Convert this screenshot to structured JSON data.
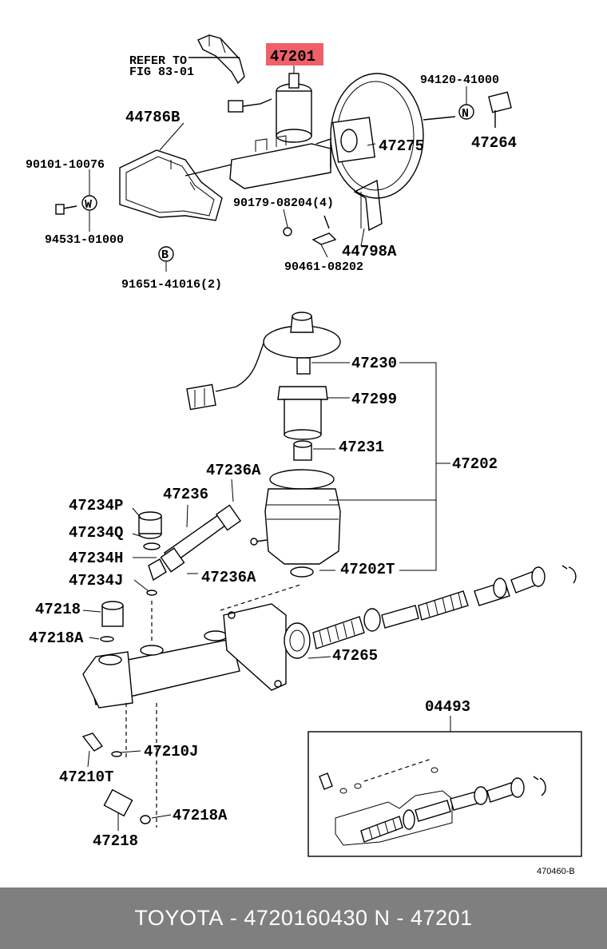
{
  "labels": {
    "refer_line1": "REFER TO",
    "refer_line2": "FIG 83-01",
    "p47201": "47201",
    "p94120": "94120-41000",
    "p44786B": "44786B",
    "p47275": "47275",
    "p47264": "47264",
    "p90101": "90101-10076",
    "p90179": "90179-08204(4)",
    "p94531": "94531-01000",
    "p44798A": "44798A",
    "p90461": "90461-08202",
    "p91651": "91651-41016(2)",
    "p47230": "47230",
    "p47299": "47299",
    "p47231": "47231",
    "p47202": "47202",
    "p47236A_top": "47236A",
    "p47236": "47236",
    "p47234P": "47234P",
    "p47234Q": "47234Q",
    "p47234H": "47234H",
    "p47236A_bot": "47236A",
    "p47234J": "47234J",
    "p47202T": "47202T",
    "p47218_top": "47218",
    "p47218A_top": "47218A",
    "p47265": "47265",
    "p04493": "04493",
    "p47210J": "47210J",
    "p47210T": "47210T",
    "p47218A_bot": "47218A",
    "p47218_bot": "47218",
    "fig_code": "470460-B"
  },
  "markers": {
    "N": "N",
    "W": "W",
    "B": "B"
  },
  "footer": {
    "brand": "TOYOTA",
    "sep1": " - ",
    "oem": "4720160430",
    "sep2": " N - ",
    "part": "47201"
  },
  "colors": {
    "highlight": "#f0606a",
    "footer_bg": "#7f7f7f"
  }
}
